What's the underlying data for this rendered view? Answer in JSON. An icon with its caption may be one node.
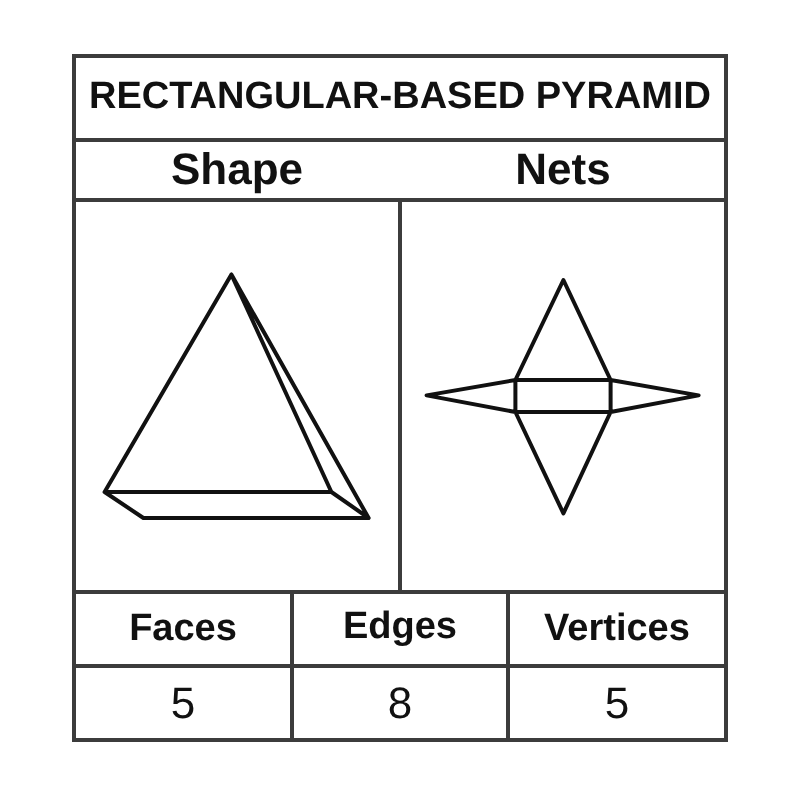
{
  "diagram": {
    "title": "RECTANGULAR-BASED PYRAMID",
    "labels": [
      "Shape",
      "Nets",
      "Faces",
      "Edges",
      "Vertices",
      "5",
      "8",
      "5"
    ]
  }
}
